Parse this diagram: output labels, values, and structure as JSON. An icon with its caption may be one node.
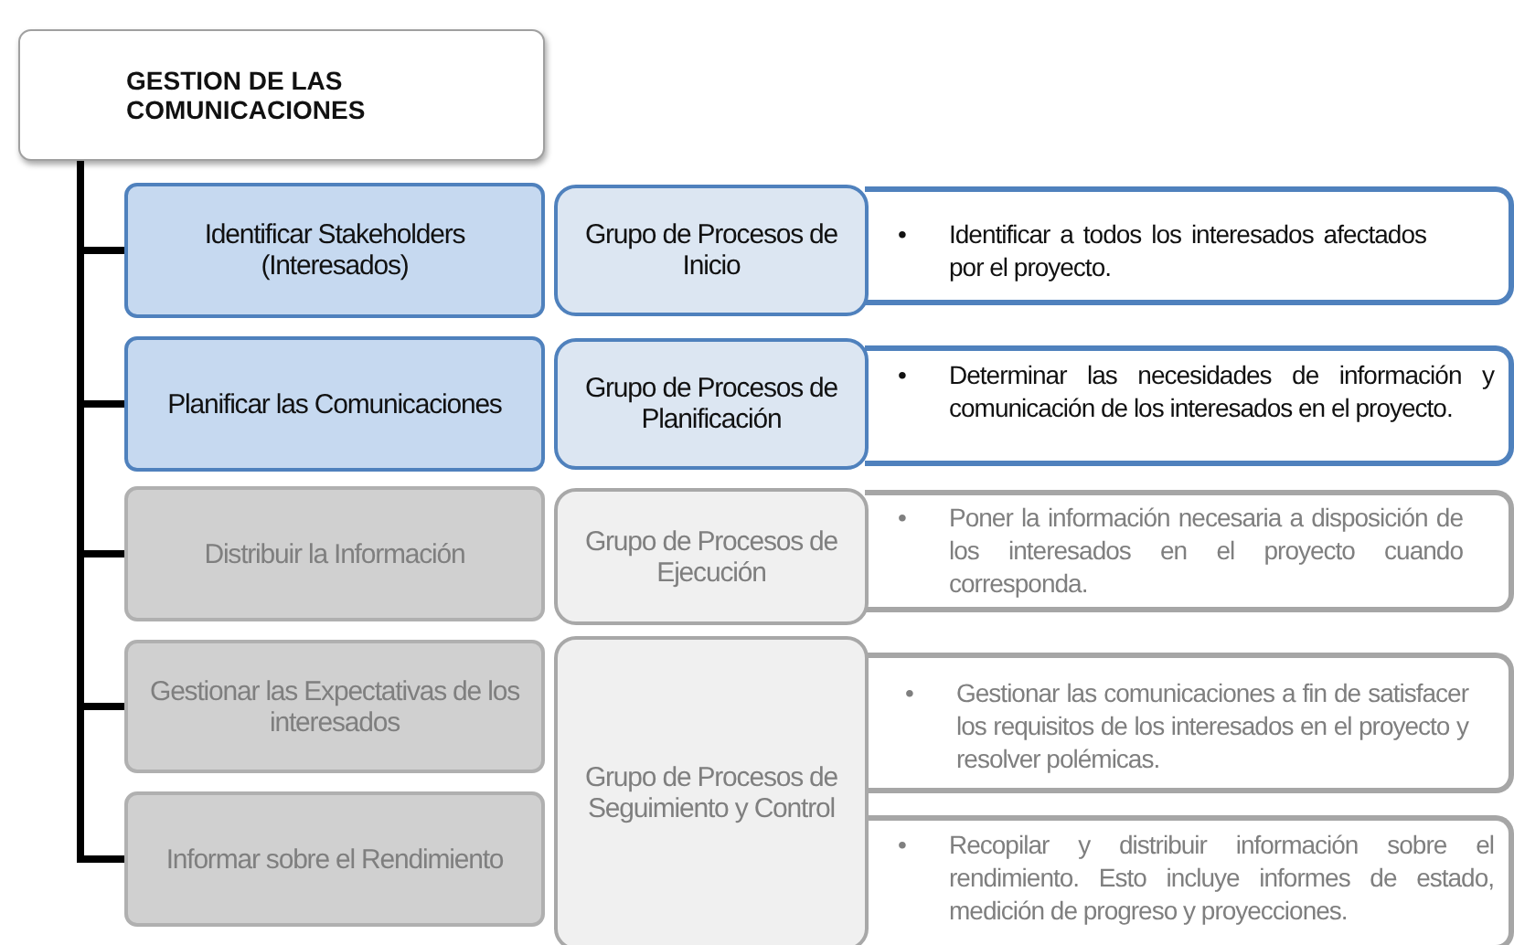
{
  "diagram": {
    "nodes": [
      {
        "text": [
          "GESTION DE LAS COMUNICACIONES"
        ]
      },
      {
        "text": [
          "Identificar Stakeholders (Interesados)"
        ]
      },
      {
        "text": [
          "Grupo de Procesos de Inicio"
        ]
      },
      {
        "text": [
          "•",
          "Identificar a todos los interesados afectados por el proyecto."
        ]
      },
      {
        "text": [
          "Planificar las Comunicaciones"
        ]
      },
      {
        "text": [
          "Grupo de Procesos de Planificación"
        ]
      },
      {
        "text": [
          "•",
          "Determinar las necesidades de información y comunicación de los interesados en el proyecto."
        ]
      },
      {
        "text": [
          "Distribuir la Información"
        ]
      },
      {
        "text": [
          "Grupo de Procesos de Ejecución"
        ]
      },
      {
        "text": [
          "•",
          "Poner la información necesaria a disposición de los interesados en el proyecto cuando corresponda."
        ]
      },
      {
        "text": [
          "Gestionar las Expectativas de los interesados"
        ]
      },
      {
        "text": [
          "Grupo de Procesos de Seguimiento y Control"
        ]
      },
      {
        "text": [
          "•",
          "Gestionar las comunicaciones a fin de satisfacer los requisitos de los interesados en el proyecto y resolver polémicas."
        ]
      },
      {
        "text": [
          "Informar sobre el Rendimiento"
        ]
      },
      {
        "text": [
          "•",
          "Recopilar y distribuir información sobre el rendimiento. Esto incluye informes de estado, medición de progreso y proyecciones."
        ]
      }
    ],
    "edges": [
      {
        "from": 0,
        "to": 1,
        "arrow": "none"
      },
      {
        "from": 0,
        "to": 4,
        "arrow": "none"
      },
      {
        "from": 0,
        "to": 7,
        "arrow": "none"
      },
      {
        "from": 0,
        "to": 10,
        "arrow": "none"
      },
      {
        "from": 0,
        "to": 13,
        "arrow": "none"
      }
    ]
  }
}
